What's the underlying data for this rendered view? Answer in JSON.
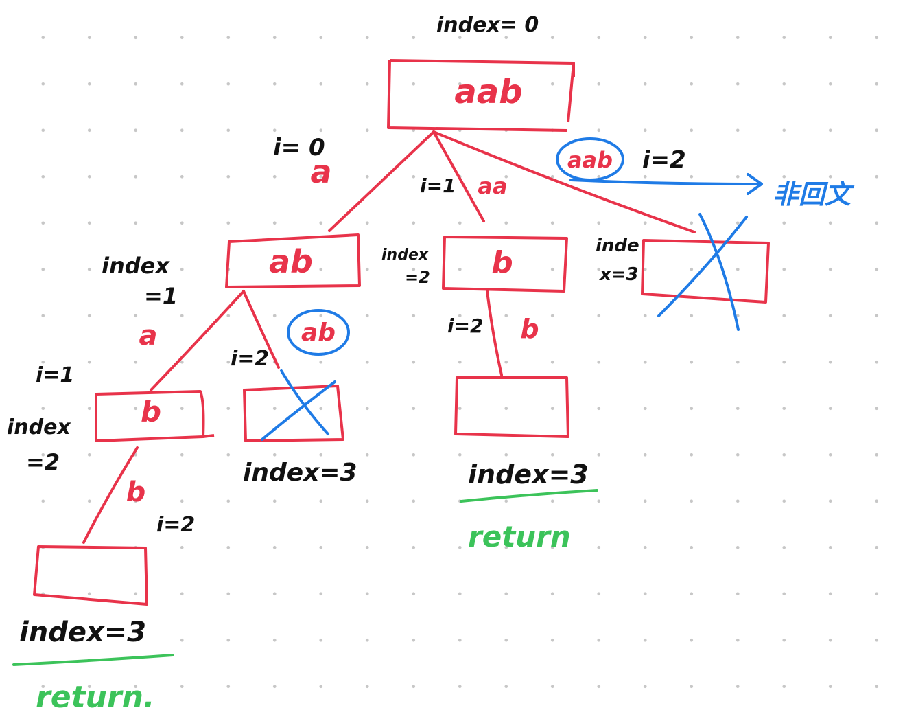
{
  "colors": {
    "node": "#e8334a",
    "annotation": "#1f7be6",
    "label": "#111111",
    "return": "#3cc35a"
  },
  "nodes": {
    "root": {
      "text": "aab",
      "index_label": "index= 0"
    },
    "left": {
      "text": "ab",
      "index_label_line1": "index",
      "index_label_line2": "=1"
    },
    "middle": {
      "text": "b",
      "index_label_line1": "index",
      "index_label_line2": "=2"
    },
    "right": {
      "text": "",
      "index_label_line1": "inde",
      "index_label_line2": "x=3"
    },
    "left_left": {
      "text": "b",
      "index_label_line1": "index",
      "index_label_line2": "=2"
    },
    "left_right": {
      "text": "",
      "index_label": "index=3"
    },
    "middle_child": {
      "text": "",
      "index_label": "index=3",
      "status": "return"
    },
    "leaf": {
      "text": "",
      "index_label": "index=3",
      "status": "return."
    }
  },
  "edges": {
    "root_left": {
      "i": "i= 0",
      "substring": "a"
    },
    "root_middle": {
      "i": "i=1",
      "substring": "aa"
    },
    "root_right": {
      "i": "i=2",
      "substring": "aab"
    },
    "left_left": {
      "i": "i=1",
      "substring": "a"
    },
    "left_right": {
      "i": "i=2",
      "substring": "ab"
    },
    "middle_child": {
      "i": "i=2",
      "substring": "b"
    },
    "leftleft_leaf": {
      "i": "i=2",
      "substring": "b"
    }
  },
  "annotations": {
    "not_palindrome": "非回文"
  }
}
